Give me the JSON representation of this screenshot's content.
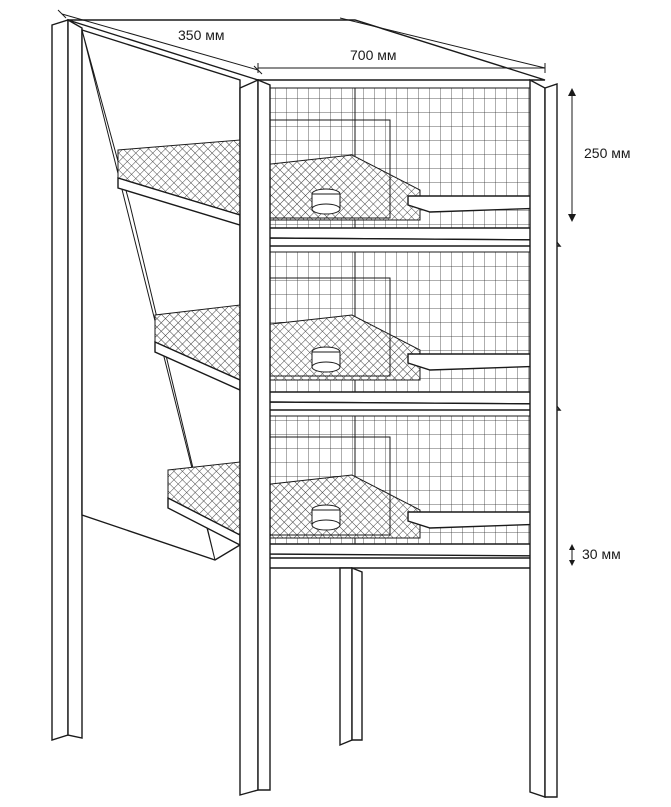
{
  "dimensions": {
    "depth_label": "350 мм",
    "width_label": "700 мм",
    "tier_height_label": "250 мм",
    "tray_gap_label": "30 мм"
  },
  "structure": {
    "tiers": 3,
    "colors": {
      "line": "#1a1a1a",
      "mesh": "#555555",
      "background": "#ffffff"
    }
  }
}
